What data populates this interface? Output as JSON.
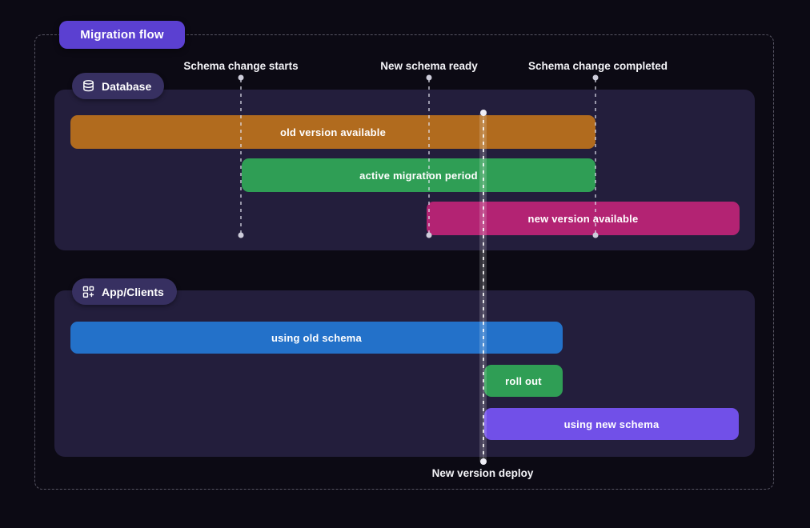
{
  "title": "Migration flow",
  "colors": {
    "page_bg": "#0c0a14",
    "accent_purple": "#5b40d1",
    "panel_bg": "#231e3c",
    "badge_bg": "#373061",
    "bar_orange": "#b16b1e",
    "bar_green": "#2f9e55",
    "bar_pink": "#b32373",
    "bar_blue": "#2371c9",
    "bar_violet": "#7150e8"
  },
  "milestones": {
    "schema_change_starts": "Schema change starts",
    "new_schema_ready": "New schema ready",
    "schema_change_completed": "Schema change completed",
    "new_version_deploy": "New version deploy"
  },
  "lanes": {
    "database": {
      "label": "Database",
      "bars": {
        "old_version": "old version available",
        "active_migration": "active migration period",
        "new_version": "new version available"
      }
    },
    "app_clients": {
      "label": "App/Clients",
      "bars": {
        "using_old": "using old schema",
        "roll_out": "roll out",
        "using_new": "using new schema"
      }
    }
  }
}
